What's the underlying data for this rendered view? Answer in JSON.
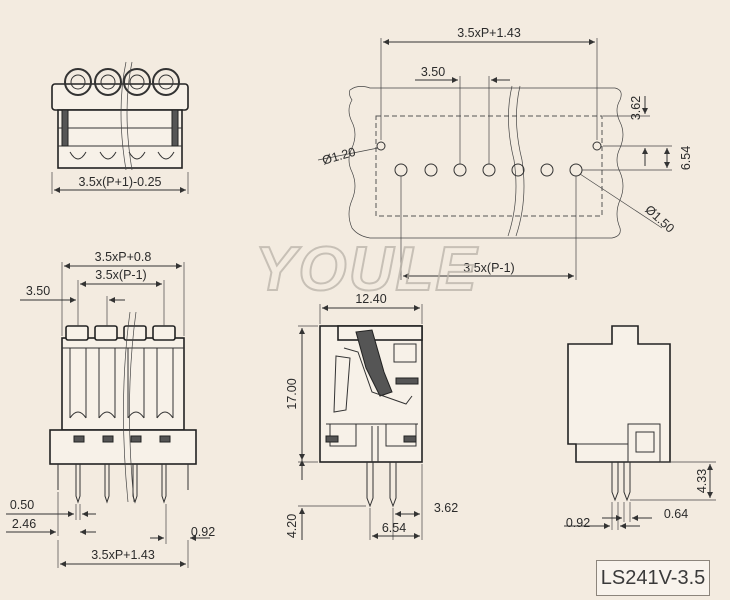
{
  "watermark": "YOULE",
  "model_tag": "LS241V-3.5",
  "pcb_view": {
    "overall_dim": "3.5xP+1.43",
    "pitch_dim": "3.50",
    "row_offset_dim": "3.62",
    "row_spacing_dim": "6.54",
    "mount_hole_dim": "Ø1.20",
    "pin_hole_dim": "Ø1.50",
    "span_dim": "3.5x(P-1)"
  },
  "top_view": {
    "width_dim": "3.5x(P+1)-0.25"
  },
  "front_view": {
    "body_dim": "3.5xP+0.8",
    "span_dim": "3.5x(P-1)",
    "pitch_dim": "3.50",
    "pin_width_dim": "0.50",
    "first_pin_dim": "2.46",
    "end_dim": "0.92",
    "overall_dim": "3.5xP+1.43"
  },
  "side_view": {
    "depth_dim": "12.40",
    "height_dim": "17.00",
    "pin_length_dim": "4.20",
    "row_spacing_dim": "6.54",
    "pin_offset_dim": "3.62"
  },
  "rear_view": {
    "pin_length_dim": "4.33",
    "pin_offset_dim": "0.92",
    "pin_width_dim": "0.64"
  }
}
